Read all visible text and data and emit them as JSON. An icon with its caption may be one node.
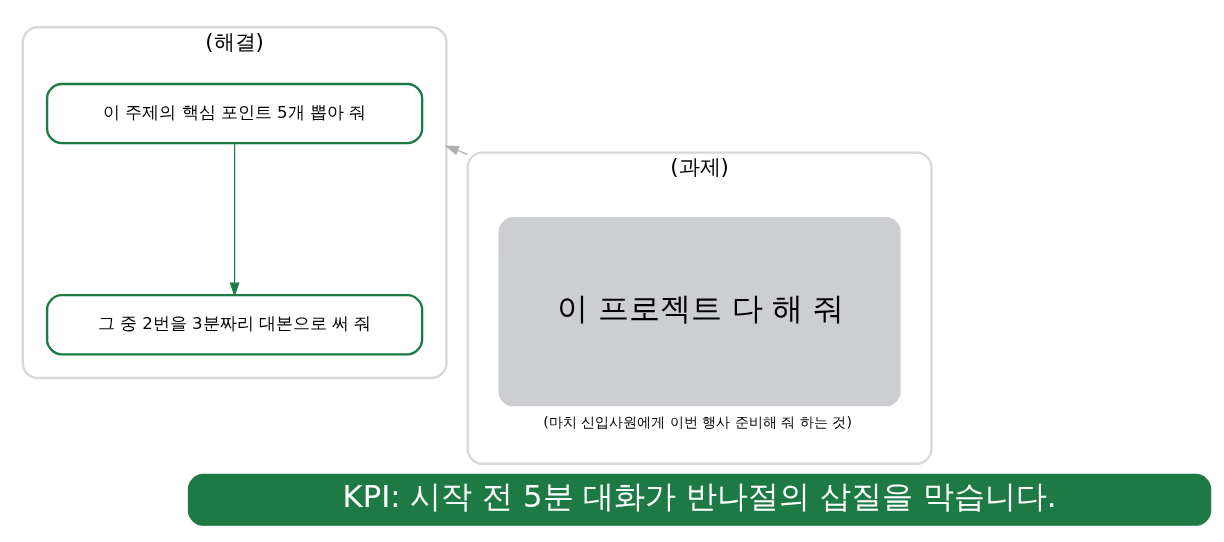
{
  "diagram": {
    "nodes": [
      {
        "text": [
          "(과제)"
        ]
      },
      {
        "text": [
          "이 프로젝트 다 해 줘"
        ],
        "in": 0,
        "beside": [
          "(마치 신입사원에게 이번 행사 준비해 줘 하는 것)"
        ]
      },
      {
        "text": [
          "(해결)"
        ]
      },
      {
        "text": [
          "이 주제의 핵심 포인트 5개 뽑아 줘"
        ],
        "in": 2
      },
      {
        "text": [
          "그 중 2번을 3분짜리 대본으로 써 줘"
        ],
        "in": 2
      },
      {
        "text": [
          "KPI: 시작 전 5분 대화가 반나절의 삽질을 막습니다."
        ]
      }
    ],
    "edges": [
      {
        "from": 0,
        "to": 2,
        "arrow": "to",
        "color": "#b0b0b0"
      },
      {
        "from": 3,
        "to": 4,
        "arrow": "to",
        "color": "#1e7a45"
      }
    ]
  }
}
